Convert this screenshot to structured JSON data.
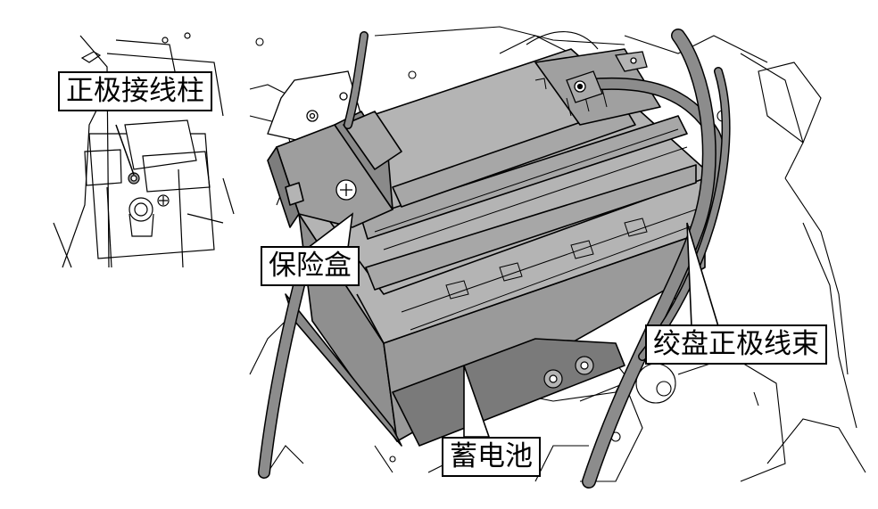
{
  "labels": {
    "positive_terminal": "正极接线柱",
    "fuse_box": "保险盒",
    "winch_positive_harness": "绞盘正极线束",
    "battery": "蓄电池"
  },
  "colors": {
    "battery_body": "#9a9a9a",
    "battery_top": "#b4b4b4",
    "battery_dark": "#7a7a7a",
    "cable": "#8c8c8c",
    "line": "#000000",
    "background": "#ffffff"
  }
}
